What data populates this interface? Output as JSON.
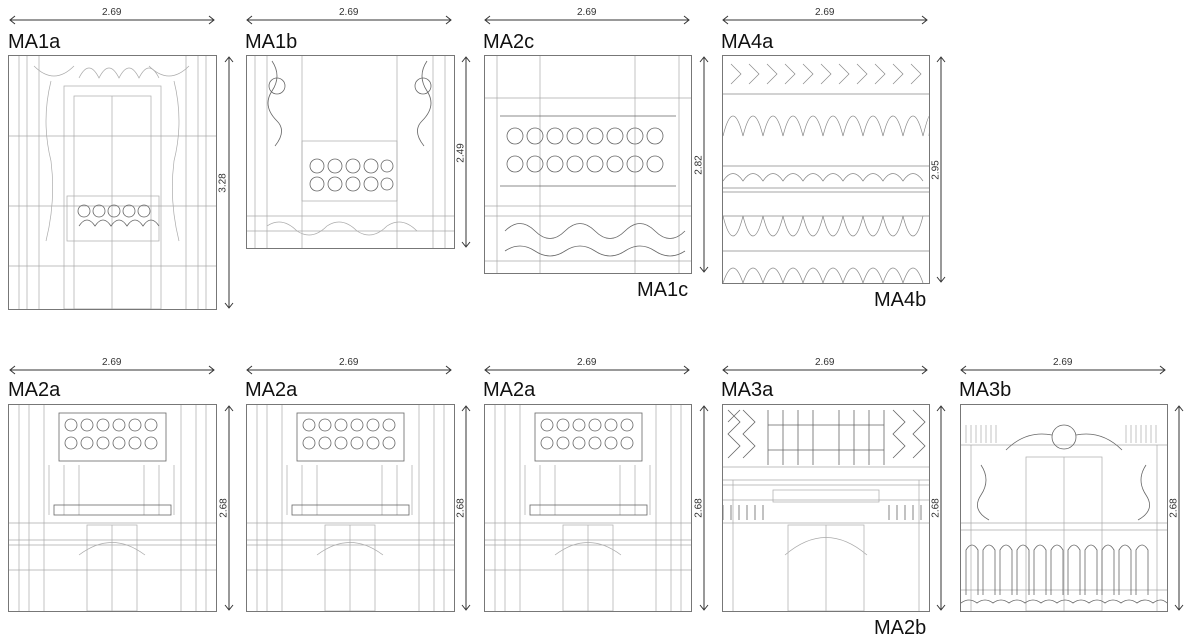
{
  "panels": [
    {
      "id": "ma1a",
      "label": "MA1a",
      "width_dim": "2.69",
      "height_dim": "3.28",
      "sublabel": ""
    },
    {
      "id": "ma1b",
      "label": "MA1b",
      "width_dim": "2.69",
      "height_dim": "2.49",
      "sublabel": ""
    },
    {
      "id": "ma2c",
      "label": "MA2c",
      "width_dim": "2.69",
      "height_dim": "2.82",
      "sublabel": "MA1c"
    },
    {
      "id": "ma4a",
      "label": "MA4a",
      "width_dim": "2.69",
      "height_dim": "2.95",
      "sublabel": "MA4b"
    },
    {
      "id": "ma2a1",
      "label": "MA2a",
      "width_dim": "2.69",
      "height_dim": "2.68",
      "sublabel": ""
    },
    {
      "id": "ma2a2",
      "label": "MA2a",
      "width_dim": "2.69",
      "height_dim": "2.68",
      "sublabel": ""
    },
    {
      "id": "ma2a3",
      "label": "MA2a",
      "width_dim": "2.69",
      "height_dim": "2.68",
      "sublabel": ""
    },
    {
      "id": "ma3a",
      "label": "MA3a",
      "width_dim": "2.69",
      "height_dim": "2.68",
      "sublabel": "MA2b"
    },
    {
      "id": "ma3b",
      "label": "MA3b",
      "width_dim": "2.69",
      "height_dim": "2.68",
      "sublabel": ""
    }
  ]
}
